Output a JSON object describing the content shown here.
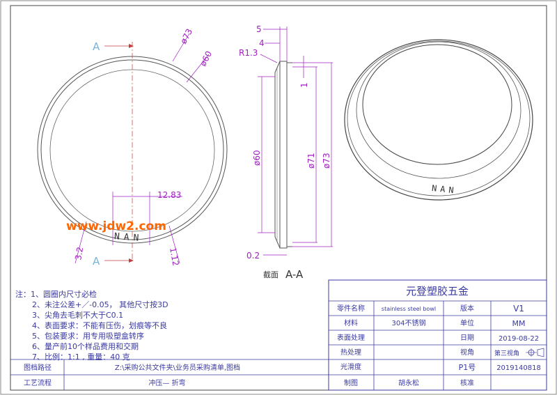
{
  "drawing": {
    "section_marker": "A",
    "section_title": "截面",
    "section_name": "A-A",
    "watermark": "www.jdw2.com",
    "brand_mark": "NAN",
    "front_view": {
      "dia_outer": "ø73",
      "dia_inner": "ø60",
      "dim_12": "12.83",
      "dim_32": "3.2",
      "dim_112": "1.12"
    },
    "section_view": {
      "dim_5": "5",
      "dim_4": "4",
      "radius": "R1.3",
      "dim_1": "1",
      "dia_60": "ø60",
      "dia_71": "ø71",
      "dia_73": "ø73",
      "dim_02": "0.2"
    }
  },
  "notes": [
    "注：1、圆圈内尺寸必检",
    "2、未注公差+／-0.05，    其他尺寸按3D",
    "3、尖角去毛刺不大于C0.1",
    "4、表面要求：不能有压伤，划痕等不良",
    "5、包装要求：用专用吸塑盒转序",
    "6、量产前10个样品费用和交期",
    "7、比例：1:1    ,    重量：40  克"
  ],
  "title_block": {
    "company": "元登塑胶五金",
    "rows": [
      {
        "l1": "零件名称",
        "v1": "stainless steel bowl",
        "l2": "版本",
        "v2": "V1"
      },
      {
        "l1": "材料",
        "v1": "304不锈钢",
        "l2": "单位",
        "v2": "MM"
      },
      {
        "l1": "表面处理",
        "v1": "",
        "l2": "日期",
        "v2": "2019-08-22"
      },
      {
        "l1": "热处理",
        "v1": "",
        "l2": "视角",
        "v2": "第三视角"
      },
      {
        "l1": "光滑度",
        "v1": "",
        "l2": "P1号",
        "v2": "2019140818"
      },
      {
        "l1": "制图",
        "v1": "胡永松",
        "l2": "核准",
        "v2": ""
      }
    ]
  },
  "bottom_rows": {
    "archive_label": "图档路径",
    "archive_value": "Z:\\采购公共文件夹\\业务员采购清单,图档",
    "process_label": "工艺流程",
    "process_value": "冲压—  折弯"
  },
  "colors": {
    "line": "#444444",
    "dim": "#a020c0",
    "section_mark": "#7ab4d8",
    "watermark": "#ff6600",
    "frame": "#3a3aa0"
  }
}
